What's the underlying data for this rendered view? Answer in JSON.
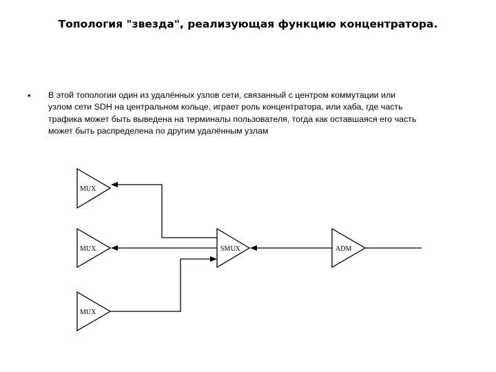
{
  "title": "Топология \"звезда\", реализующая функцию концентратора.",
  "bullet": {
    "symbol": "•",
    "lines": [
      "В этой топологии один из удалённых узлов сети, связанный с центром коммутации или",
      "узлом сети SDH на центральном кольце, играет роль концентратора, или хаба, где часть",
      "трафика может быть выведена на терминалы пользователя, тогда как оставшаяся его часть",
      "может быть распределена по другим удалённым узлам"
    ]
  },
  "diagram": {
    "nodes": {
      "mux_top": "MUX",
      "mux_middle": "MUX",
      "mux_bottom": "MUX",
      "smux": "SMUX",
      "adm": "ADM"
    },
    "line_color": "#000000"
  }
}
